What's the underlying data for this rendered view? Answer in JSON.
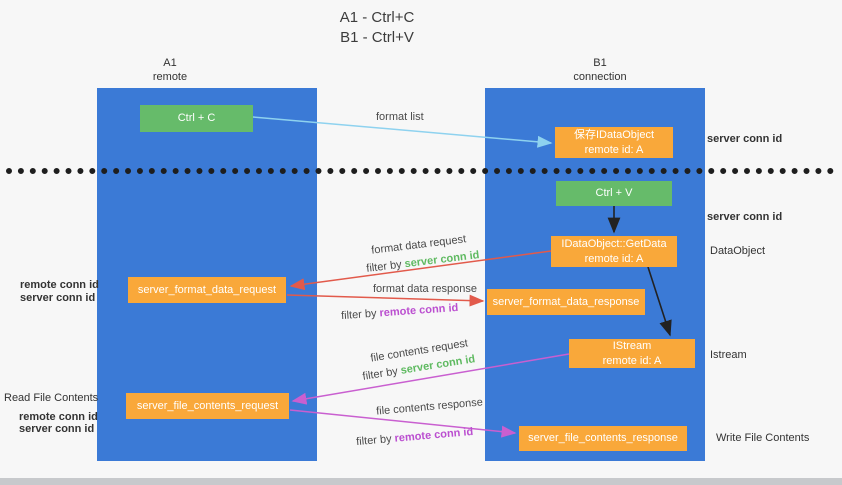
{
  "title": {
    "line1": "A1 - Ctrl+C",
    "line2": "B1 - Ctrl+V"
  },
  "lanes": {
    "left": {
      "name": "A1",
      "subtitle": "remote"
    },
    "right": {
      "name": "B1",
      "subtitle": "connection"
    }
  },
  "boxes": {
    "ctrl_c": {
      "label": "Ctrl + C"
    },
    "ctrl_v": {
      "label": "Ctrl + V"
    },
    "save_dataobject": {
      "line1": "保存IDataObject",
      "line2": "remote id: A"
    },
    "getdata": {
      "line1": "IDataObject::GetData",
      "line2": "remote id: A"
    },
    "istream": {
      "line1": "IStream",
      "line2": "remote id: A"
    },
    "format_request": {
      "label": "server_format_data_request"
    },
    "format_response": {
      "label": "server_format_data_response"
    },
    "file_request": {
      "label": "server_file_contents_request"
    },
    "file_response": {
      "label": "server_file_contents_response"
    }
  },
  "arrows": {
    "format_list": "format list",
    "format_data_request": "format data request",
    "format_data_response": "format data response",
    "file_contents_request": "file contents request",
    "file_contents_response": "file contents response",
    "filter_by": "filter by",
    "server_conn_id": "server conn id",
    "remote_conn_id": "remote conn id"
  },
  "annotations": {
    "server_conn_id": "server conn id",
    "remote_conn_id": "remote conn id",
    "dataobject": "DataObject",
    "istream": "Istream",
    "read_file_contents": "Read File Contents",
    "write_file_contents": "Write File Contents"
  },
  "colors": {
    "lane": "#3b7ad6",
    "green_box": "#66bb6a",
    "orange_box": "#f9a83a",
    "arrow_blue": "#8ed2ef",
    "arrow_red": "#e25a4b",
    "arrow_magenta": "#c95fd0",
    "arrow_black": "#222222",
    "green_text": "#5fba61",
    "purple_text": "#bb4fd0"
  }
}
